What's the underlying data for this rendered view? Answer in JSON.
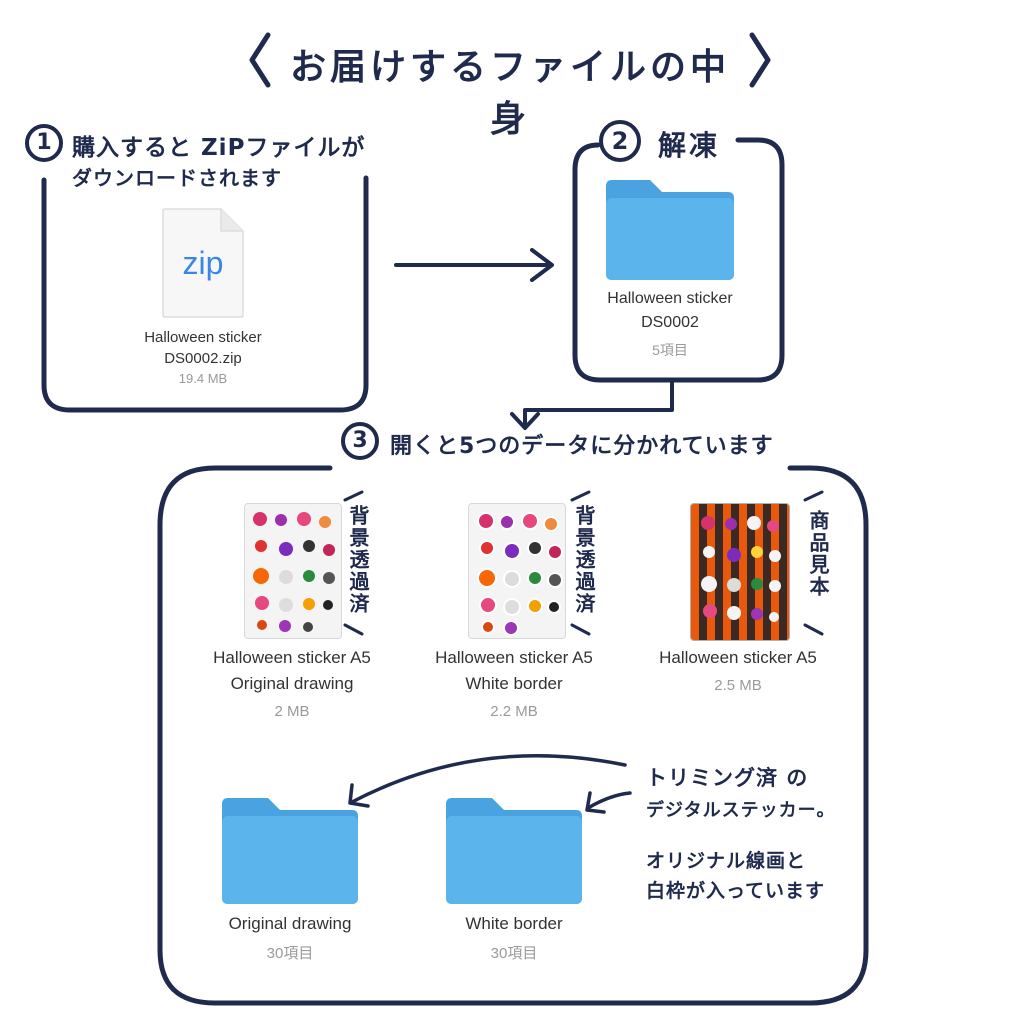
{
  "title": "お届けするファイルの中身",
  "step1": {
    "number": "1",
    "caption_line1": "購入すると ZiPファイルが",
    "caption_line2": "ダウンロードされます",
    "file_icon_text": "zip",
    "file_name_line1": "Halloween sticker",
    "file_name_line2": "DS0002.zip",
    "file_size": "19.4 MB"
  },
  "step2": {
    "number": "2",
    "caption": "解凍",
    "folder_name_line1": "Halloween sticker",
    "folder_name_line2": "DS0002",
    "folder_count": "5項目"
  },
  "step3": {
    "number": "3",
    "caption": "開くと5つのデータに分かれています"
  },
  "files": [
    {
      "name_line1": "Halloween sticker A5",
      "name_line2": "Original drawing",
      "size": "2 MB",
      "note": "背景透過済"
    },
    {
      "name_line1": "Halloween sticker A5",
      "name_line2": "White border",
      "size": "2.2 MB",
      "note": "背景透過済"
    },
    {
      "name_line1": "Halloween sticker A5",
      "name_line2": "",
      "size": "2.5 MB",
      "note": "商品見本"
    }
  ],
  "folders": [
    {
      "name": "Original drawing",
      "count": "30項目"
    },
    {
      "name": "White border",
      "count": "30項目"
    }
  ],
  "annotation": {
    "line1": "トリミング済 の",
    "line2": "デジタルステッカー。",
    "line3": "オリジナル線画と",
    "line4": "白枠が入っています"
  },
  "colors": {
    "ink": "#1f2a4d",
    "folder": "#5bb4ec",
    "folder_tab": "#4aa3e0",
    "zip_blue": "#3a86e8"
  }
}
